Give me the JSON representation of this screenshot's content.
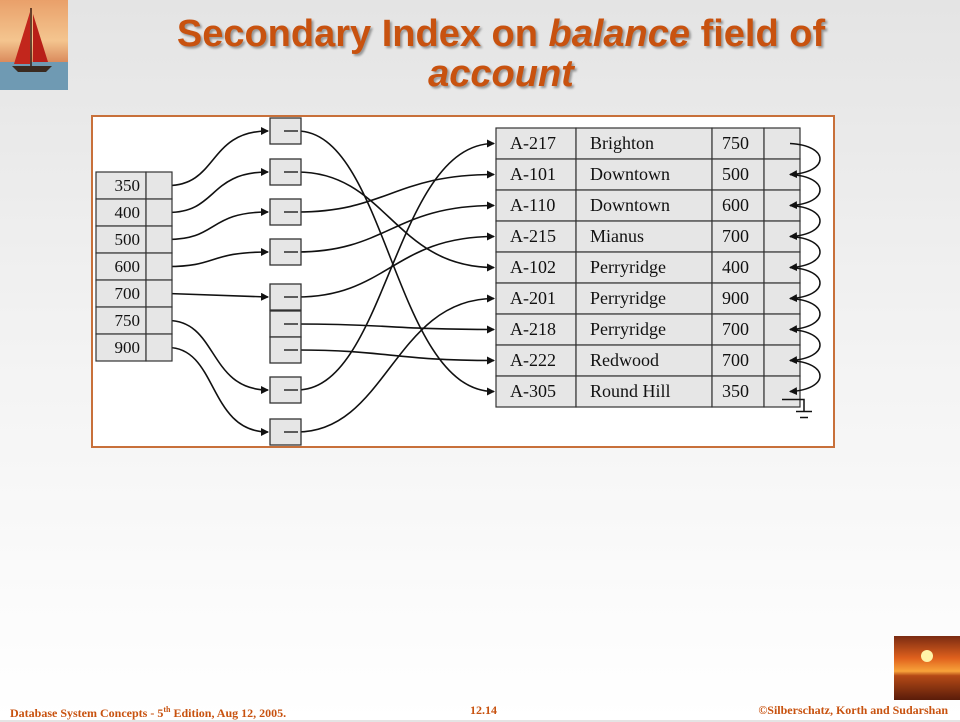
{
  "title": {
    "part1": "Secondary Index on ",
    "italic": "balance",
    "part2": " field of",
    "line2": "account"
  },
  "index_keys": [
    "350",
    "400",
    "500",
    "600",
    "700",
    "750",
    "900"
  ],
  "records": [
    [
      "A-217",
      "Brighton",
      "750"
    ],
    [
      "A-101",
      "Downtown",
      "500"
    ],
    [
      "A-110",
      "Downtown",
      "600"
    ],
    [
      "A-215",
      "Mianus",
      "700"
    ],
    [
      "A-102",
      "Perryridge",
      "400"
    ],
    [
      "A-201",
      "Perryridge",
      "900"
    ],
    [
      "A-218",
      "Perryridge",
      "700"
    ],
    [
      "A-222",
      "Redwood",
      "700"
    ],
    [
      "A-305",
      "Round Hill",
      "350"
    ]
  ],
  "footer": {
    "left": "Database System Concepts - 5",
    "left_sup": "th",
    "left_rest": " Edition, Aug 12, 2005.",
    "page": "12.14",
    "right": "©Silberschatz, Korth and Sudarshan"
  }
}
